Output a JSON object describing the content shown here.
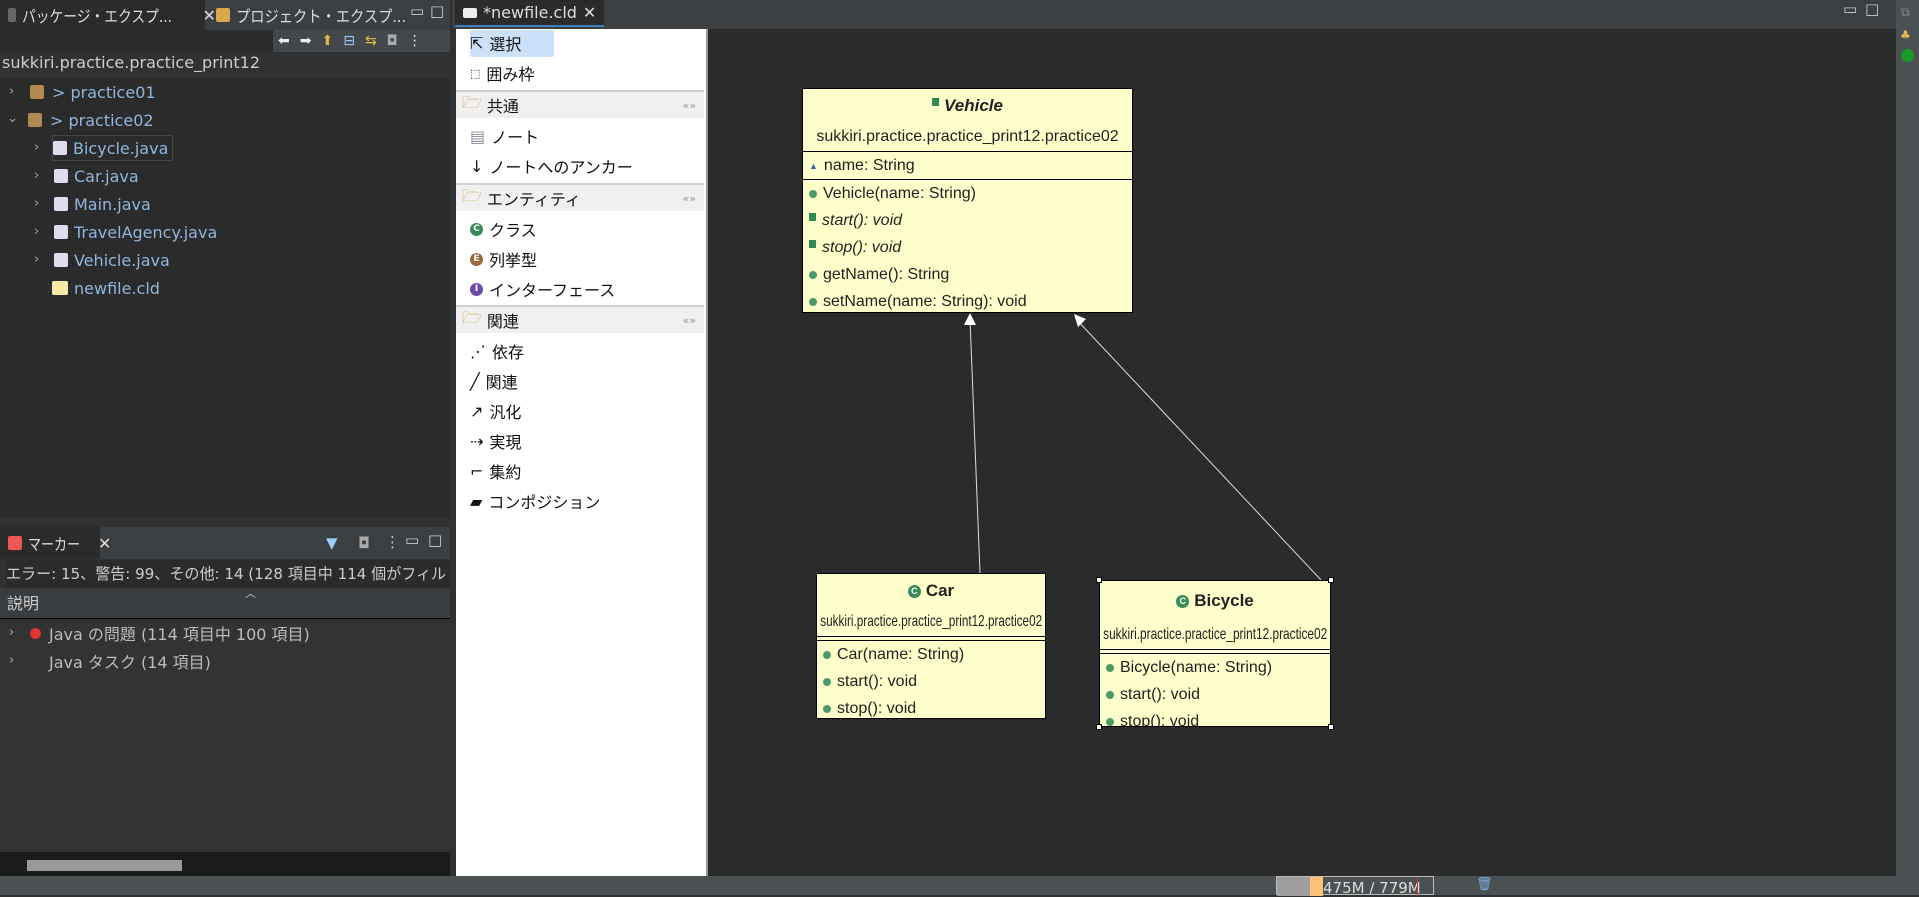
{
  "left_panel": {
    "tabs": [
      {
        "label": "パッケージ・エクスプ...",
        "active": true
      },
      {
        "label": "プロジェクト・エクスプ..."
      }
    ],
    "project": "sukkiri.practice.practice_print12",
    "tree": [
      {
        "label": "> practice01",
        "icon": "package-icon",
        "level": 0,
        "expanded": false
      },
      {
        "label": "> practice02",
        "icon": "package-warning-icon",
        "level": 0,
        "expanded": true
      },
      {
        "label": "Bicycle.java",
        "icon": "java-file-icon",
        "level": 1
      },
      {
        "label": "Car.java",
        "icon": "java-file-icon",
        "level": 1
      },
      {
        "label": "Main.java",
        "icon": "java-file-warning-icon",
        "level": 1
      },
      {
        "label": "TravelAgency.java",
        "icon": "java-file-icon",
        "level": 1
      },
      {
        "label": "Vehicle.java",
        "icon": "java-abstract-file-icon",
        "level": 1
      },
      {
        "label": "newfile.cld",
        "icon": "class-diagram-file-icon",
        "level": 1
      }
    ]
  },
  "markers": {
    "tab": "マーカー",
    "summary": "エラー: 15、警告: 99、その他: 14 (128 項目中 114 個がフィル",
    "column": "説明",
    "rows": [
      {
        "label": "Java の問題 (114 項目中 100 項目)",
        "icon": "error-icon"
      },
      {
        "label": "Java タスク (14 項目)"
      }
    ]
  },
  "editor": {
    "tab": "*newfile.cld",
    "palette": {
      "tools": [
        "選択",
        "囲み枠"
      ],
      "groups": [
        {
          "label": "共通",
          "items": [
            "ノート",
            "ノートへのアンカー"
          ]
        },
        {
          "label": "エンティティ",
          "items": [
            "クラス",
            "列挙型",
            "インターフェース"
          ]
        },
        {
          "label": "関連",
          "items": [
            "依存",
            "関連",
            "汎化",
            "実現",
            "集約",
            "コンポジション"
          ]
        }
      ]
    },
    "diagram": {
      "vehicle": {
        "name": "Vehicle",
        "package": "sukkiri.practice.practice_print12.practice02",
        "attributes": [
          "name: String"
        ],
        "operations": [
          "Vehicle(name: String)",
          "start(): void",
          "stop(): void",
          "getName(): String",
          "setName(name: String): void"
        ]
      },
      "car": {
        "name": "Car",
        "package": "sukkiri.practice.practice_print12.practice02",
        "operations": [
          "Car(name: String)",
          "start(): void",
          "stop(): void"
        ]
      },
      "bicycle": {
        "name": "Bicycle",
        "package": "sukkiri.practice.practice_print12.practice02",
        "operations": [
          "Bicycle(name: String)",
          "start(): void",
          "stop(): void"
        ]
      }
    }
  },
  "status": {
    "memory": "475M / 779M"
  },
  "colors": {
    "uml_fill": "#ffffcc",
    "canvas": "#2b2b2b",
    "tree_text": "#8fb7dd"
  }
}
